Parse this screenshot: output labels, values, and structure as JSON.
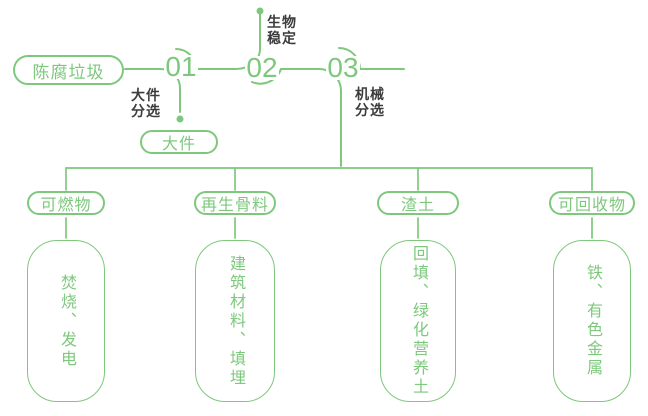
{
  "colors": {
    "accent_green": "#7ec87d",
    "label_dark": "#3c3c3c",
    "background": "#ffffff"
  },
  "source": {
    "label": "陈腐垃圾"
  },
  "timeline": {
    "steps": [
      {
        "number": "01",
        "label_line1": "大件",
        "label_line2": "分选",
        "output_label": "大件"
      },
      {
        "number": "02",
        "label_line1": "生物",
        "label_line2": "稳定"
      },
      {
        "number": "03",
        "label_line1": "机械",
        "label_line2": "分选"
      }
    ]
  },
  "branches": [
    {
      "category": "可燃物",
      "destination": "焚烧、发电"
    },
    {
      "category": "再生骨料",
      "destination": "建筑材料、填埋"
    },
    {
      "category": "渣土",
      "destination": "回填、绿化营养土"
    },
    {
      "category": "可回收物",
      "destination": "铁、有色金属"
    }
  ]
}
